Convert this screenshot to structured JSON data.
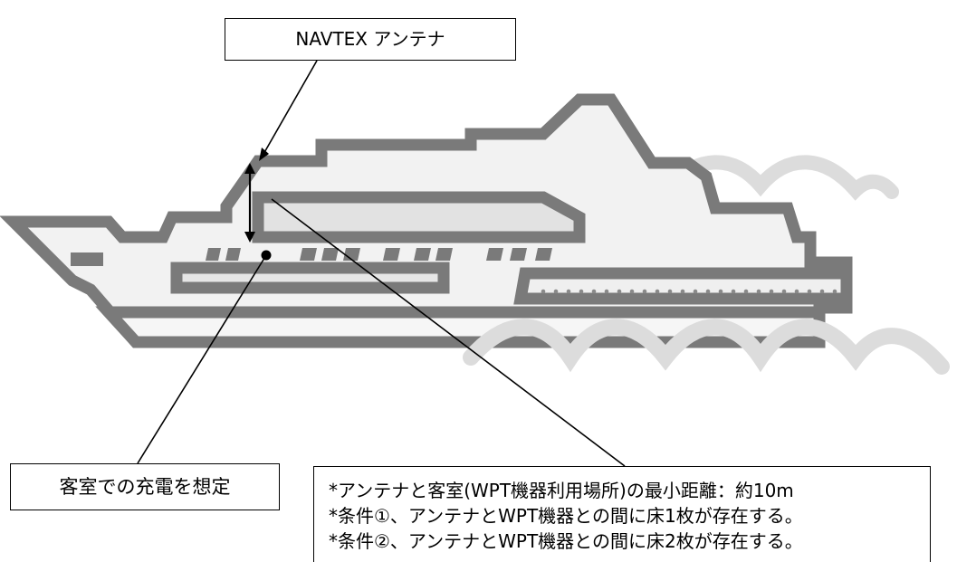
{
  "labels": {
    "antenna": "NAVTEX アンテナ",
    "charging": "客室での充電を想定"
  },
  "notes": [
    "*アンテナと客室(WPT機器利用場所)の最小距離：約10m",
    "*条件①、アンテナとWPT機器との間に床1枚が存在する。",
    "*条件②、アンテナとWPT機器との間に床2枚が存在する。"
  ],
  "colors": {
    "hull_outline": "#7a7a7a",
    "hull_fill": "#f2f2f2",
    "stripe_light": "#d9d9d9",
    "wave": "#dcdcdc",
    "line": "#000000"
  }
}
